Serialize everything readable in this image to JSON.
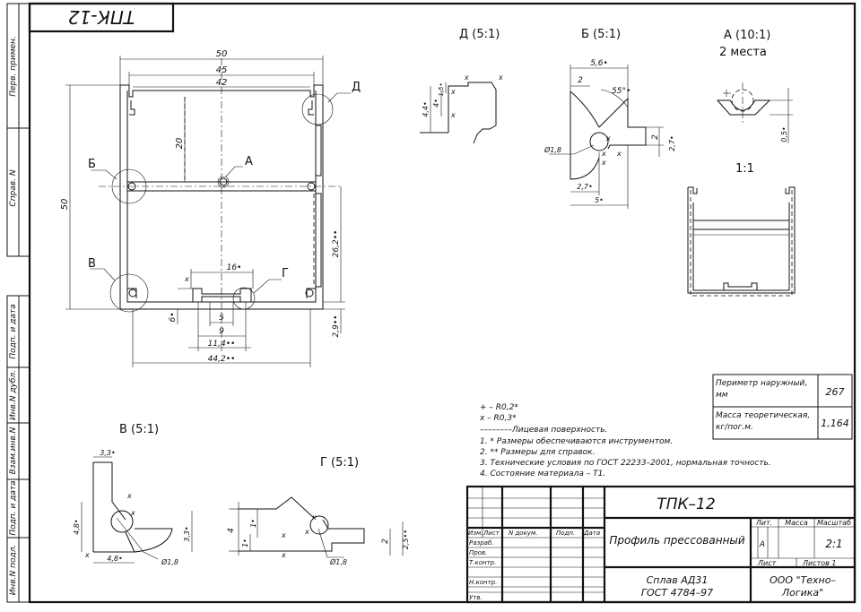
{
  "stamp_top": "ТПК-12",
  "side_labels": {
    "perv_primen": "Перв. примен.",
    "sprav": "Справ. N",
    "podp_data_1": "Подп. и дата",
    "inv_dubl": "Инв.N дубл.",
    "vzam_inv": "Взам.инв.N",
    "podp_data_2": "Подп. и дата",
    "inv_podl": "Инв.N подл."
  },
  "views": {
    "d": "Д (5:1)",
    "b": "Б (5:1)",
    "a_title": "А (10:1)",
    "a_subtitle": "2 места",
    "section": "1:1",
    "v": "В (5:1)",
    "g": "Г (5:1)"
  },
  "main_view": {
    "dim_50_top": "50",
    "dim_45": "45",
    "dim_42": "42",
    "dim_20": "20",
    "dim_50_left": "50",
    "dim_26": "26,2••",
    "dim_16": "16•",
    "dim_5": "5",
    "dim_9": "9",
    "dim_11": "11,4••",
    "dim_44": "44,2••",
    "dim_6": "6•",
    "dim_29": "2,9••",
    "label_a": "А",
    "label_b": "Б",
    "label_v": "В",
    "label_g": "Г",
    "label_d": "Д",
    "label_x": "x"
  },
  "detail_d": {
    "dim_44": "4,4•",
    "dim_4": "4•",
    "dim_15": "1,5•",
    "x": "x"
  },
  "detail_b": {
    "dim_56": "5,6•",
    "dim_2": "2",
    "dim_55": "55°•",
    "dim_18": "Ø1,8",
    "dim_2b": "2",
    "dim_27": "2,7•",
    "dim_27b": "2,7•",
    "dim_5": "5•",
    "x": "x"
  },
  "detail_a": {
    "dim_05": "0,5•"
  },
  "detail_v": {
    "dim_33": "3,3•",
    "dim_48": "4,8•",
    "dim_33b": "3,3•",
    "dim_48b": "4,8•",
    "dim_18": "Ø1,8",
    "x": "x"
  },
  "detail_g": {
    "dim_4": "4",
    "dim_1": "1•",
    "dim_1b": "1•",
    "dim_2": "2",
    "dim_25": "2,5••",
    "dim_18": "Ø1,8",
    "x": "x"
  },
  "props": {
    "perimeter_label": "Периметр наружный, мм",
    "perimeter_value": "267",
    "mass_label": "Масса теоретическая, кг/пог.м.",
    "mass_value": "1,164"
  },
  "notes": [
    "+  –  R0,2*",
    "x  –  R0,3*",
    "––––––––Лицевая поверхность.",
    "1.  * Размеры обеспечиваются инструментом.",
    "2.  ** Размеры для справок.",
    "3.  Технические условия по ГОСТ 22233–2001, нормальная точность.",
    "4.  Состояние материала – Т1."
  ],
  "title_block": {
    "designation": "ТПК–12",
    "name": "Профиль прессованный",
    "material_1": "Сплав АД31",
    "material_2": "ГОСТ 4784–97",
    "company_1": "ООО \"Техно–",
    "company_2": "Логика\"",
    "col_izm": "Изм.",
    "col_list": "Лист",
    "col_doc": "N докум.",
    "col_podp": "Подп.",
    "col_data": "Дата",
    "razrab": "Разраб.",
    "prov": "Пров.",
    "tkontr": "Т.контр.",
    "nkontr": "Н.контр.",
    "utv": "Утв.",
    "lit": "Лит.",
    "massa": "Масса",
    "masshtab": "Масштаб",
    "lit_value": "А",
    "scale_value": "2:1",
    "sheet": "Лист",
    "sheets": "Листов  1"
  }
}
